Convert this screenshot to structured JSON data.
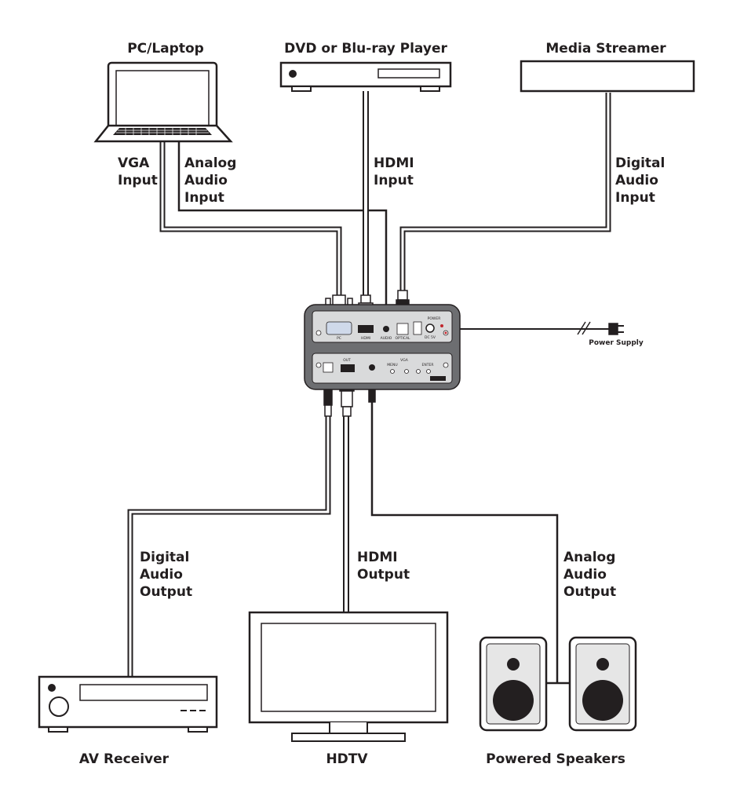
{
  "devices": {
    "pc_laptop": "PC/Laptop",
    "dvd_bluray": "DVD or Blu-ray Player",
    "media_streamer": "Media Streamer",
    "av_receiver": "AV Receiver",
    "hdtv": "HDTV",
    "powered_speakers": "Powered Speakers"
  },
  "cables": {
    "vga_input": [
      "VGA",
      "Input"
    ],
    "analog_audio_input": [
      "Analog",
      "Audio",
      "Input"
    ],
    "hdmi_input": [
      "HDMI",
      "Input"
    ],
    "digital_audio_input": [
      "Digital",
      "Audio",
      "Input"
    ],
    "digital_audio_output": [
      "Digital",
      "Audio",
      "Output"
    ],
    "hdmi_output": [
      "HDMI",
      "Output"
    ],
    "analog_audio_output": [
      "Analog",
      "Audio",
      "Output"
    ]
  },
  "power_supply": "Power Supply",
  "panel_labels": {
    "pc": "PC",
    "hdmi": "HDMI",
    "audio": "AUDIO",
    "optical": "OPTICAL",
    "power": "POWER",
    "dc": "DC 5V",
    "out": "OUT",
    "vga": "VGA",
    "menu": "MENU",
    "enter": "ENTER"
  },
  "colors": {
    "line": "#231f20",
    "cable_fill": "#ffffff",
    "unit_body": "#6d6e71",
    "panel": "#d9dadb",
    "speaker_face": "#e6e6e6"
  }
}
